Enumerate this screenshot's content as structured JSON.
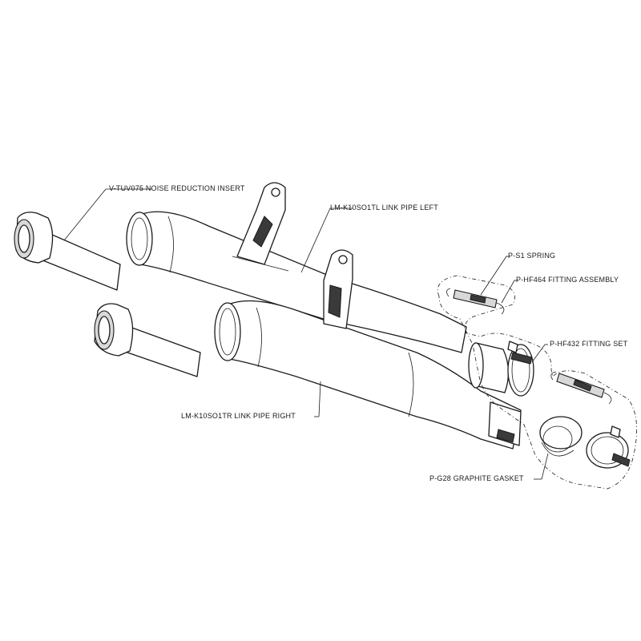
{
  "labels": {
    "noise_insert": "V-TUV075  NOISE REDUCTION INSERT",
    "link_pipe_left": "LM-K10SO1TL  LINK PIPE LEFT",
    "spring": "P-S1  SPRING",
    "fitting_assembly": "P-HF464  FITTING ASSEMBLY",
    "fitting_set": "P-HF432  FITTING SET",
    "link_pipe_right": "LM-K10SO1TR  LINK PIPE RIGHT",
    "graphite_gasket": "P-G28  GRAPHITE GASKET"
  },
  "colors": {
    "line": "#1a1a1a",
    "background": "#ffffff",
    "shade": "#d8d8d8"
  }
}
